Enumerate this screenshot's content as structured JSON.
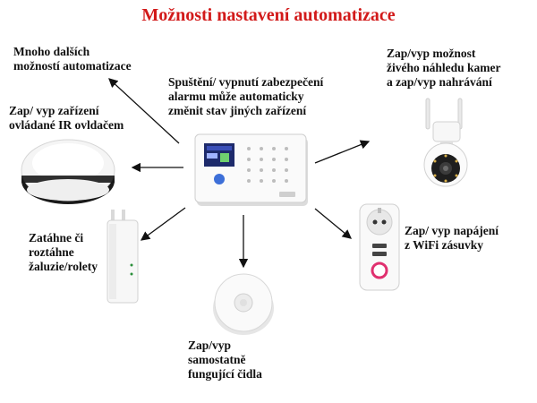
{
  "title": "Možnosti nastavení automatizace",
  "labels": {
    "more_options": [
      "Mnoho dalších",
      "možností automatizace"
    ],
    "center": [
      "Spuštění/ vypnutí zabezpečení",
      "alarmu může automaticky",
      "změnit stav jiných zařízení"
    ],
    "camera": [
      "Zap/vyp možnost",
      "živého náhledu kamer",
      "a zap/vyp nahrávání"
    ],
    "ir": [
      "Zap/ vyp zařízení",
      "ovládané IR ovldačem"
    ],
    "blinds": [
      "Zatáhne či",
      "roztáhne",
      "žaluzie/rolety"
    ],
    "socket": [
      "Zap/ vyp napájení",
      "z WiFi zásuvky"
    ],
    "sensor": [
      "Zap/vyp",
      "samostatně",
      "fungující čidla"
    ]
  },
  "colors": {
    "title": "#d21a1a",
    "socket_button": "#e0306f"
  }
}
